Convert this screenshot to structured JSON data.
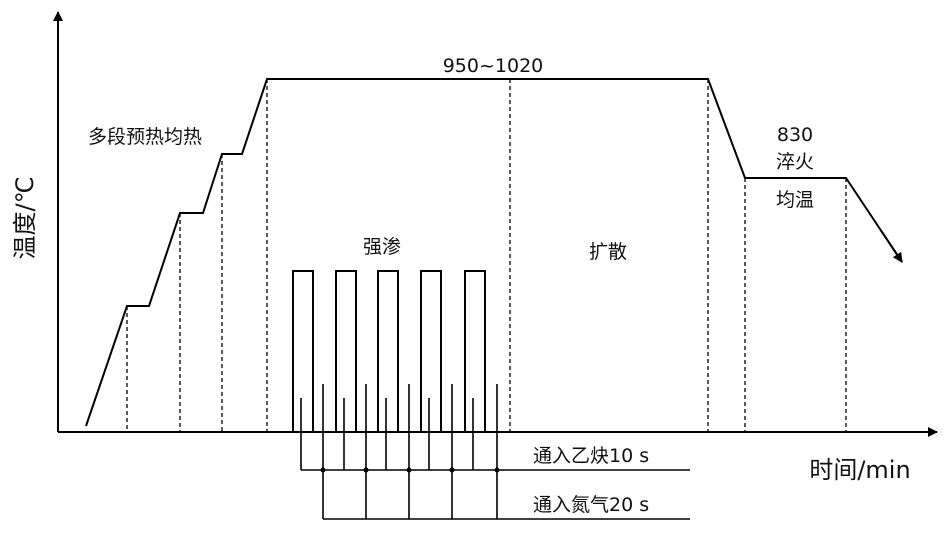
{
  "axes": {
    "y_label": "温度/℃",
    "x_label": "时间/min"
  },
  "labels": {
    "preheat": "多段预热均热",
    "carburize_temp": "950~1020",
    "strong_carburize": "强渗",
    "diffusion": "扩散",
    "quench_temp": "830",
    "quench": "淬火",
    "soak": "均温"
  },
  "gas": {
    "acetylene": "通入乙炔10 s",
    "nitrogen": "通入氮气20 s"
  },
  "colors": {
    "line": "#000000",
    "text": "#111111"
  }
}
